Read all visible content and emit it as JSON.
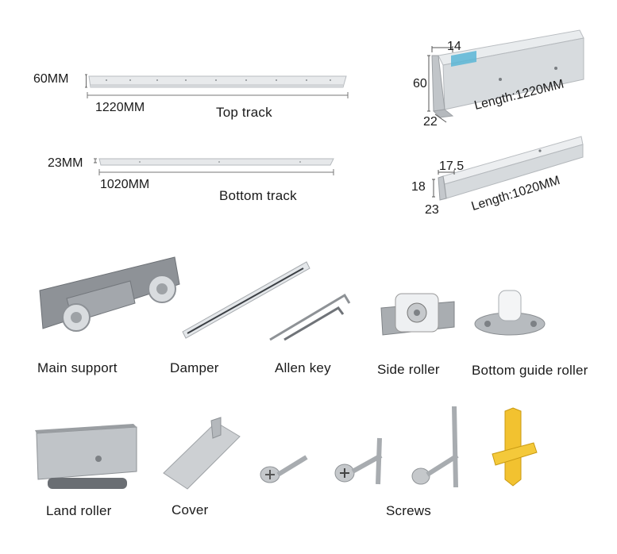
{
  "tracks": {
    "top": {
      "height_label": "60MM",
      "length_label": "1220MM",
      "name": "Top track",
      "profile": {
        "width": "14",
        "height": "60",
        "depth": "22",
        "length": "Length:1220MM"
      }
    },
    "bottom": {
      "height_label": "23MM",
      "length_label": "1020MM",
      "name": "Bottom track",
      "profile": {
        "width": "17.5",
        "height": "18",
        "depth": "23",
        "length": "Length:1020MM"
      }
    }
  },
  "parts": {
    "main_support": "Main support",
    "damper": "Damper",
    "allen_key": "Allen key",
    "side_roller": "Side roller",
    "bottom_guide_roller": "Bottom guide roller",
    "land_roller": "Land roller",
    "cover": "Cover",
    "screws": "Screws"
  },
  "colors": {
    "accent_tape": "#5ab6d6",
    "metal": "#c9cdd1",
    "anchor": "#f2c230"
  }
}
